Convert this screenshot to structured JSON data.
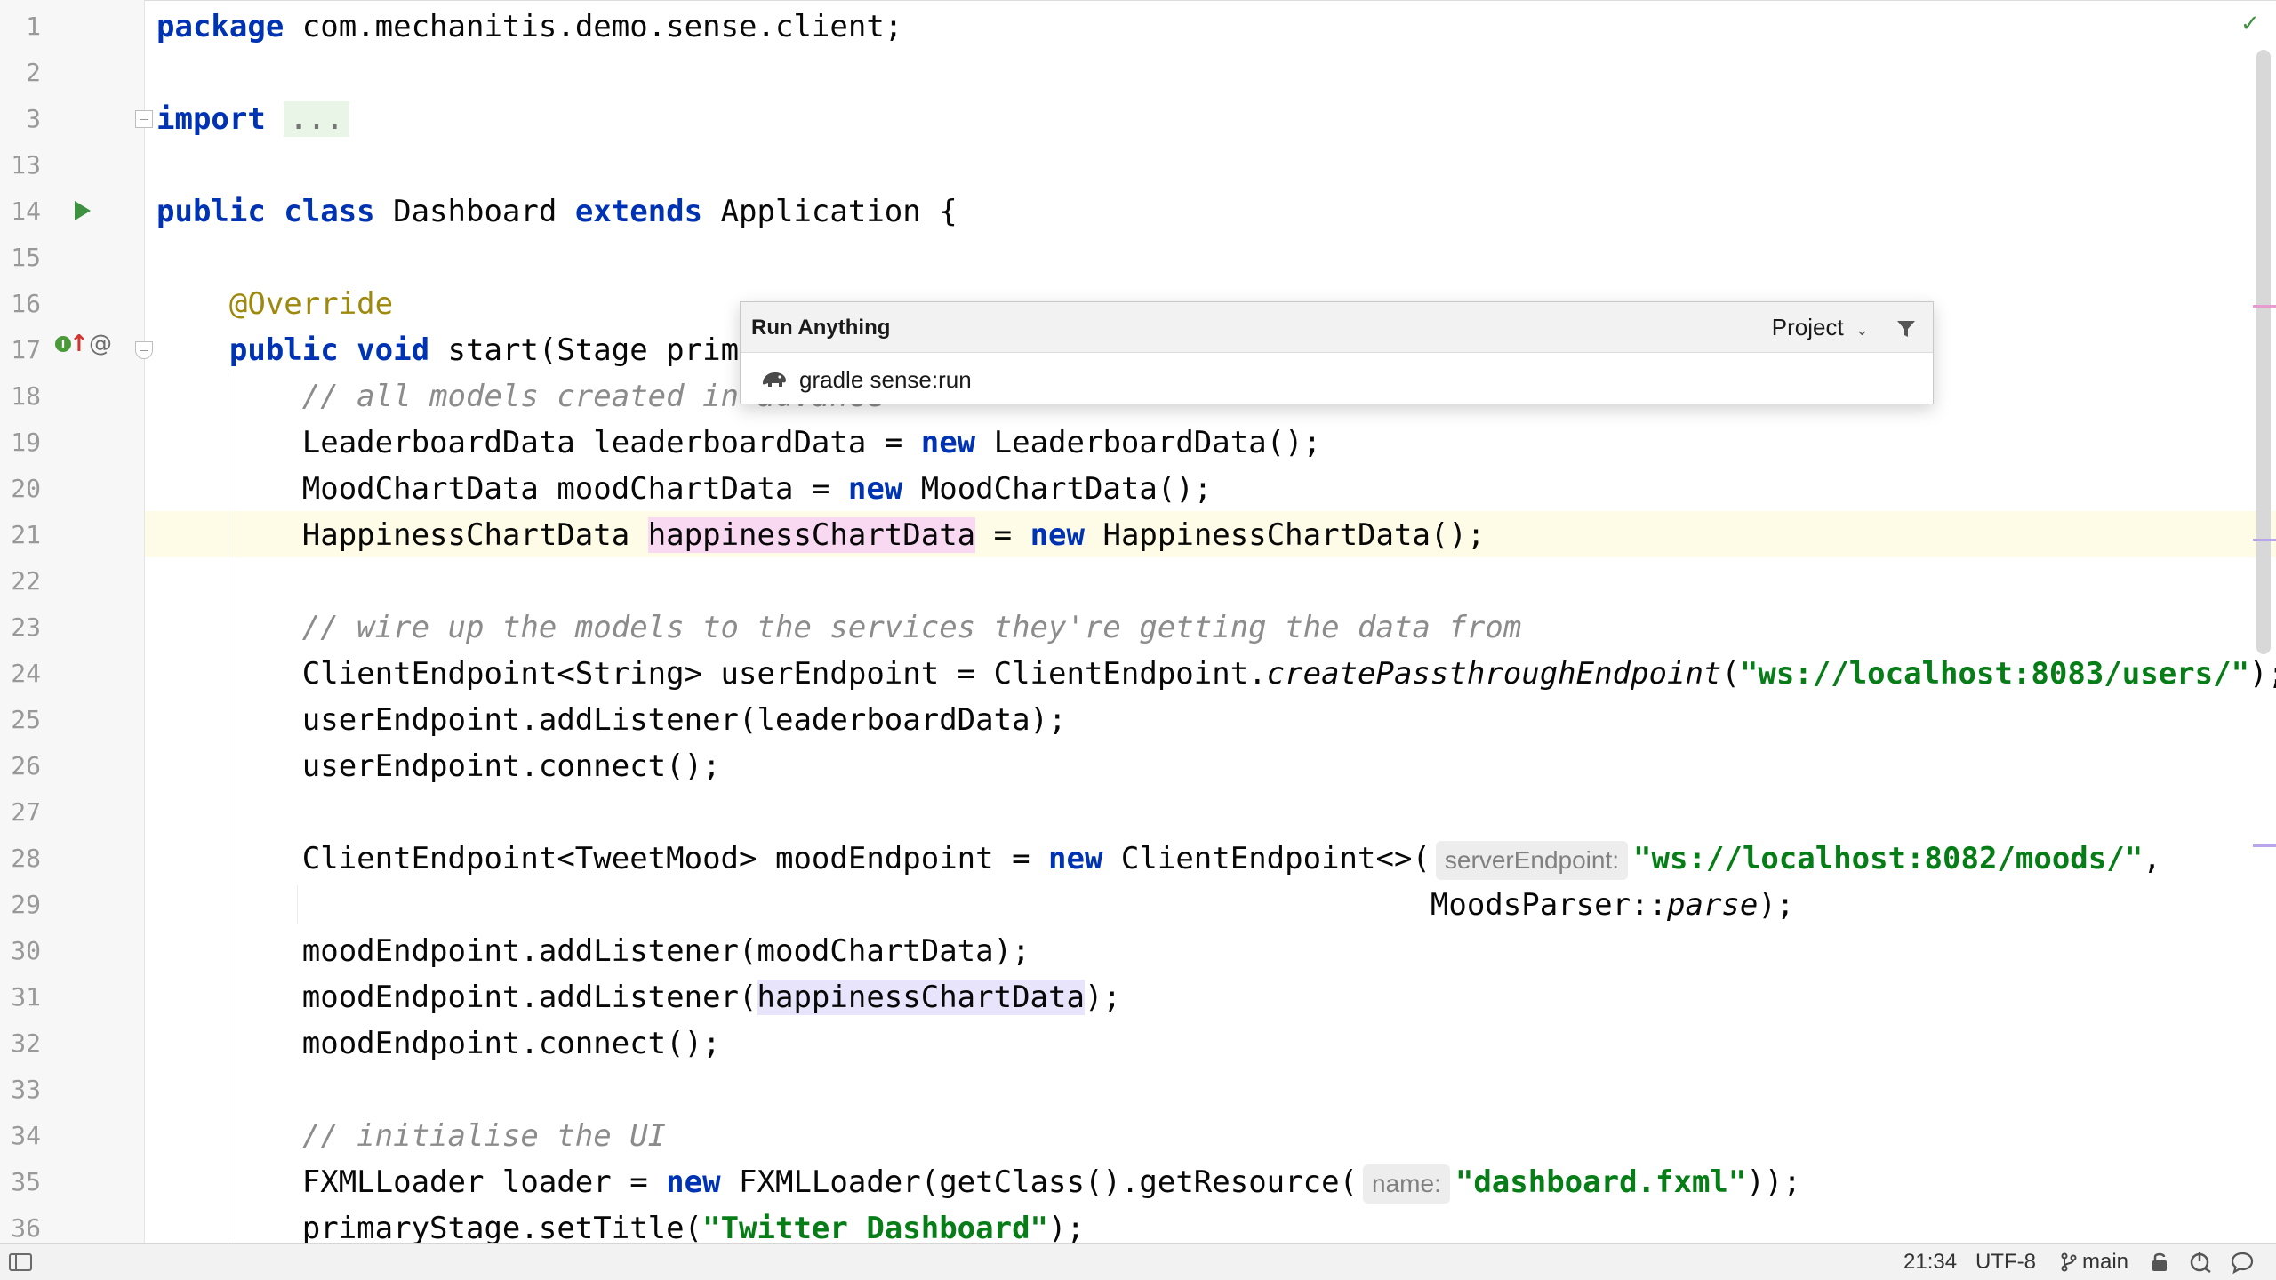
{
  "editor": {
    "lines": [
      {
        "n": "1",
        "segs": [
          {
            "c": "kw",
            "t": "package"
          },
          {
            "c": "",
            "t": " com.mechanitis.demo.sense.client;"
          }
        ]
      },
      {
        "n": "2",
        "segs": []
      },
      {
        "n": "3",
        "segs": [
          {
            "c": "kw",
            "t": "import"
          },
          {
            "c": "",
            "t": " "
          },
          {
            "c": "fold-chip",
            "t": "..."
          }
        ]
      },
      {
        "n": "13",
        "segs": []
      },
      {
        "n": "14",
        "segs": [
          {
            "c": "kw",
            "t": "public class"
          },
          {
            "c": "",
            "t": " Dashboard "
          },
          {
            "c": "kw",
            "t": "extends"
          },
          {
            "c": "",
            "t": " Application {"
          }
        ]
      },
      {
        "n": "15",
        "segs": []
      },
      {
        "n": "16",
        "segs": [
          {
            "c": "ann",
            "t": "    @Override"
          }
        ]
      },
      {
        "n": "17",
        "segs": [
          {
            "c": "",
            "t": "    "
          },
          {
            "c": "kw",
            "t": "public void"
          },
          {
            "c": "",
            "t": " start(Stage primaryStage) {"
          }
        ]
      },
      {
        "n": "18",
        "segs": [
          {
            "c": "cmt",
            "t": "        // all models created in advance"
          }
        ]
      },
      {
        "n": "19",
        "segs": [
          {
            "c": "",
            "t": "        LeaderboardData leaderboardData = "
          },
          {
            "c": "kw",
            "t": "new"
          },
          {
            "c": "",
            "t": " LeaderboardData();"
          }
        ]
      },
      {
        "n": "20",
        "segs": [
          {
            "c": "",
            "t": "        MoodChartData moodChartData = "
          },
          {
            "c": "kw",
            "t": "new"
          },
          {
            "c": "",
            "t": " MoodChartData();"
          }
        ]
      },
      {
        "n": "21",
        "segs": [
          {
            "c": "",
            "t": "        HappinessChartData "
          },
          {
            "c": "hl-write",
            "t": "happinessChartData"
          },
          {
            "c": "",
            "t": " = "
          },
          {
            "c": "kw",
            "t": "new"
          },
          {
            "c": "",
            "t": " HappinessChartData();"
          }
        ]
      },
      {
        "n": "22",
        "segs": []
      },
      {
        "n": "23",
        "segs": [
          {
            "c": "cmt",
            "t": "        // wire up the models to the services they're getting the data from"
          }
        ]
      },
      {
        "n": "24",
        "segs": [
          {
            "c": "",
            "t": "        ClientEndpoint<String> userEndpoint = ClientEndpoint."
          },
          {
            "c": "it",
            "t": "createPassthroughEndpoint"
          },
          {
            "c": "",
            "t": "("
          },
          {
            "c": "str",
            "t": "\"ws://localhost:8083/users/\""
          },
          {
            "c": "",
            "t": ");"
          }
        ]
      },
      {
        "n": "25",
        "segs": [
          {
            "c": "",
            "t": "        userEndpoint.addListener(leaderboardData);"
          }
        ]
      },
      {
        "n": "26",
        "segs": [
          {
            "c": "",
            "t": "        userEndpoint.connect();"
          }
        ]
      },
      {
        "n": "27",
        "segs": []
      },
      {
        "n": "28",
        "segs": [
          {
            "c": "",
            "t": "        ClientEndpoint<TweetMood> moodEndpoint = "
          },
          {
            "c": "kw",
            "t": "new"
          },
          {
            "c": "",
            "t": " ClientEndpoint<>("
          },
          {
            "c": "hint",
            "t": "serverEndpoint:"
          },
          {
            "c": "str",
            "t": "\"ws://localhost:8082/moods/\""
          },
          {
            "c": "",
            "t": ","
          }
        ]
      },
      {
        "n": "29",
        "segs": [
          {
            "c": "",
            "t": "                                                                      MoodsParser::"
          },
          {
            "c": "it",
            "t": "parse"
          },
          {
            "c": "",
            "t": ");"
          }
        ]
      },
      {
        "n": "30",
        "segs": [
          {
            "c": "",
            "t": "        moodEndpoint.addListener(moodChartData);"
          }
        ]
      },
      {
        "n": "31",
        "segs": [
          {
            "c": "",
            "t": "        moodEndpoint.addListener("
          },
          {
            "c": "hl-read",
            "t": "happinessChartData"
          },
          {
            "c": "",
            "t": ");"
          }
        ]
      },
      {
        "n": "32",
        "segs": [
          {
            "c": "",
            "t": "        moodEndpoint.connect();"
          }
        ]
      },
      {
        "n": "33",
        "segs": []
      },
      {
        "n": "34",
        "segs": [
          {
            "c": "cmt",
            "t": "        // initialise the UI"
          }
        ]
      },
      {
        "n": "35",
        "segs": [
          {
            "c": "",
            "t": "        FXMLLoader loader = "
          },
          {
            "c": "kw",
            "t": "new"
          },
          {
            "c": "",
            "t": " FXMLLoader(getClass().getResource("
          },
          {
            "c": "hint",
            "t": "name:"
          },
          {
            "c": "str",
            "t": "\"dashboard.fxml\""
          },
          {
            "c": "",
            "t": "));"
          }
        ]
      },
      {
        "n": "36",
        "segs": [
          {
            "c": "",
            "t": "        primaryStage.setTitle("
          },
          {
            "c": "str",
            "t": "\"Twitter Dashboard\""
          },
          {
            "c": "",
            "t": ");"
          }
        ]
      }
    ]
  },
  "run_anything": {
    "title": "Run Anything",
    "scope_label": "Project",
    "input_value": "gradle sense:run"
  },
  "status_bar": {
    "position": "21:34",
    "encoding": "UTF-8",
    "branch": "main"
  },
  "icons": {
    "run": "run-gutter-icon",
    "override": "implements-method-icon",
    "annotation": "at-annotation-icon",
    "inspection": "checkmark-icon",
    "filter": "filter-icon",
    "gradle": "gradle-elephant-icon",
    "branch": "git-branch-icon",
    "lock": "lock-icon",
    "power": "power-save-icon",
    "notifications": "notifications-bubble-icon"
  },
  "colors": {
    "keyword": "#0033b3",
    "string": "#067d17",
    "comment": "#8c8c8c",
    "annotation": "#9e880d",
    "current_line": "#fefbe6",
    "write_usage": "#f8d9f1",
    "read_usage": "#e8e4fb"
  }
}
